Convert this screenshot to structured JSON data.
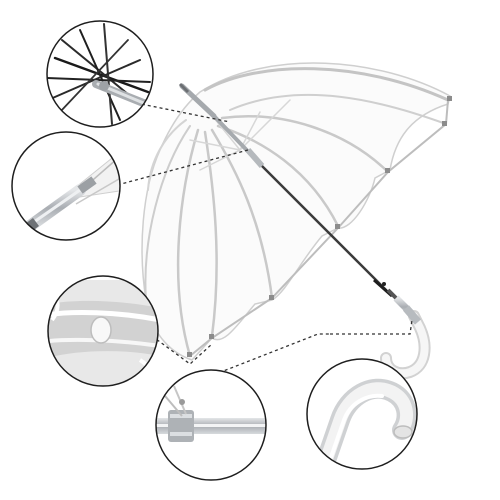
{
  "image": {
    "subject": "clear-dome-umbrella",
    "colors": {
      "background": "#ffffff",
      "canopy_edge": "#c7c7c7",
      "rib_gray": "#9a9a9a",
      "shaft_dark": "#3a3a3a",
      "metal": "#b9bcc0",
      "handle": "#f1f1f1",
      "dashed_line": "#333333",
      "circle_border": "#1e1e1e"
    },
    "detail_callouts": [
      {
        "name": "rib-mechanism-callout"
      },
      {
        "name": "top-ferrule-callout"
      },
      {
        "name": "canopy-edge-callout"
      },
      {
        "name": "shaft-collar-callout"
      },
      {
        "name": "hook-handle-callout"
      }
    ]
  }
}
